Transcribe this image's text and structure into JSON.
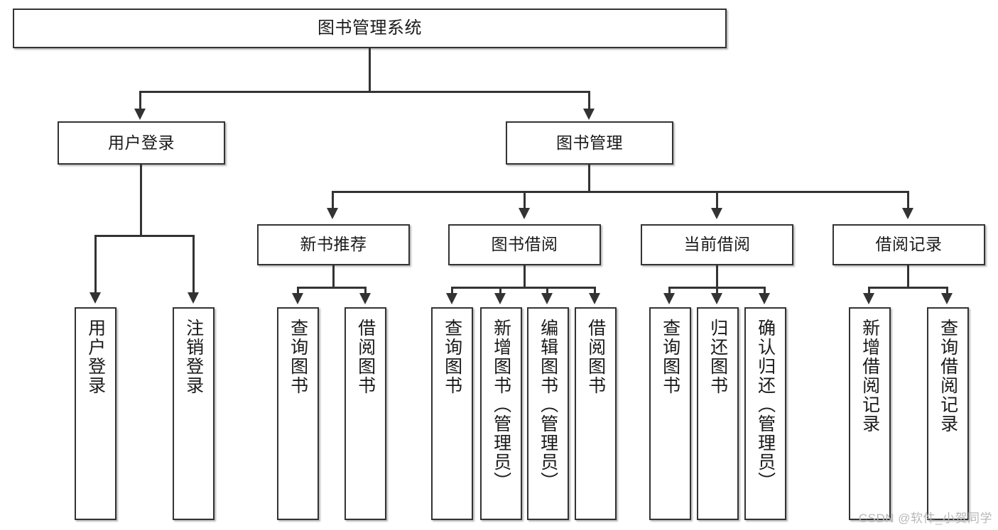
{
  "diagram": {
    "type": "tree-hierarchy",
    "title": "图书管理系统",
    "watermark": "CSDN @软件_小贺同学",
    "colors": {
      "box_border": "#333333",
      "box_fill": "#ffffff",
      "connector": "#333333",
      "text": "#1a1a1a",
      "watermark": "#b8b8b8"
    },
    "nodes": {
      "root": {
        "label": "图书管理系统"
      },
      "level2": [
        {
          "label": "用户登录"
        },
        {
          "label": "图书管理"
        }
      ],
      "level3": [
        {
          "label": "新书推荐"
        },
        {
          "label": "图书借阅"
        },
        {
          "label": "当前借阅"
        },
        {
          "label": "借阅记录"
        }
      ],
      "leaves": {
        "user_login": [
          {
            "label": "用户登录"
          },
          {
            "label": "注销登录"
          }
        ],
        "new_book_recommend": [
          {
            "label": "查询图书"
          },
          {
            "label": "借阅图书"
          }
        ],
        "book_borrow": [
          {
            "label": "查询图书"
          },
          {
            "label": "新增图书（管理员）"
          },
          {
            "label": "编辑图书（管理员）"
          },
          {
            "label": "借阅图书"
          }
        ],
        "current_borrow": [
          {
            "label": "查询图书"
          },
          {
            "label": "归还图书"
          },
          {
            "label": "确认归还（管理员）"
          }
        ],
        "borrow_record": [
          {
            "label": "新增借阅记录"
          },
          {
            "label": "查询借阅记录"
          }
        ]
      }
    }
  }
}
